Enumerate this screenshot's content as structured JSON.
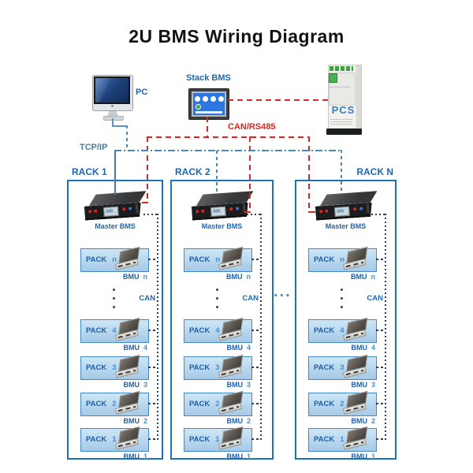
{
  "title": "2U BMS Wiring Diagram",
  "devices": {
    "pc_label": "PC",
    "stack_bms_label": "Stack BMS",
    "pcs_label": "PCS"
  },
  "buses": {
    "can_bus_label": "CAN/RS485",
    "tcpip_label": "TCP/IP"
  },
  "separator": "...",
  "colors": {
    "red": "#e02420",
    "label_blue": "#2166ae",
    "rack_border_blue": "#1c72b8",
    "steel_blue": "#4e86b2",
    "pack_fill": "#c9e4f7"
  },
  "racks": [
    {
      "label": "RACK 1",
      "master_label": "Master BMS",
      "can_label": "CAN",
      "packs": [
        {
          "pack_prefix": "PACK",
          "pack_num": "n",
          "bmu_prefix": "BMU",
          "bmu_num": "n"
        },
        {
          "pack_prefix": "PACK",
          "pack_num": "4",
          "bmu_prefix": "BMU",
          "bmu_num": "4"
        },
        {
          "pack_prefix": "PACK",
          "pack_num": "3",
          "bmu_prefix": "BMU",
          "bmu_num": "3"
        },
        {
          "pack_prefix": "PACK",
          "pack_num": "2",
          "bmu_prefix": "BMU",
          "bmu_num": "2"
        },
        {
          "pack_prefix": "PACK",
          "pack_num": "1",
          "bmu_prefix": "BMU",
          "bmu_num": "1"
        }
      ]
    },
    {
      "label": "RACK 2",
      "master_label": "Master BMS",
      "can_label": "CAN",
      "packs": [
        {
          "pack_prefix": "PACK",
          "pack_num": "n",
          "bmu_prefix": "BMU",
          "bmu_num": "n"
        },
        {
          "pack_prefix": "PACK",
          "pack_num": "4",
          "bmu_prefix": "BMU",
          "bmu_num": "4"
        },
        {
          "pack_prefix": "PACK",
          "pack_num": "3",
          "bmu_prefix": "BMU",
          "bmu_num": "3"
        },
        {
          "pack_prefix": "PACK",
          "pack_num": "2",
          "bmu_prefix": "BMU",
          "bmu_num": "2"
        },
        {
          "pack_prefix": "PACK",
          "pack_num": "1",
          "bmu_prefix": "BMU",
          "bmu_num": "1"
        }
      ]
    },
    {
      "label": "RACK N",
      "master_label": "Master BMS",
      "can_label": "CAN",
      "packs": [
        {
          "pack_prefix": "PACK",
          "pack_num": "n",
          "bmu_prefix": "BMU",
          "bmu_num": "n"
        },
        {
          "pack_prefix": "PACK",
          "pack_num": "4",
          "bmu_prefix": "BMU",
          "bmu_num": "4"
        },
        {
          "pack_prefix": "PACK",
          "pack_num": "3",
          "bmu_prefix": "BMU",
          "bmu_num": "3"
        },
        {
          "pack_prefix": "PACK",
          "pack_num": "2",
          "bmu_prefix": "BMU",
          "bmu_num": "2"
        },
        {
          "pack_prefix": "PACK",
          "pack_num": "1",
          "bmu_prefix": "BMU",
          "bmu_num": "1"
        }
      ]
    }
  ]
}
